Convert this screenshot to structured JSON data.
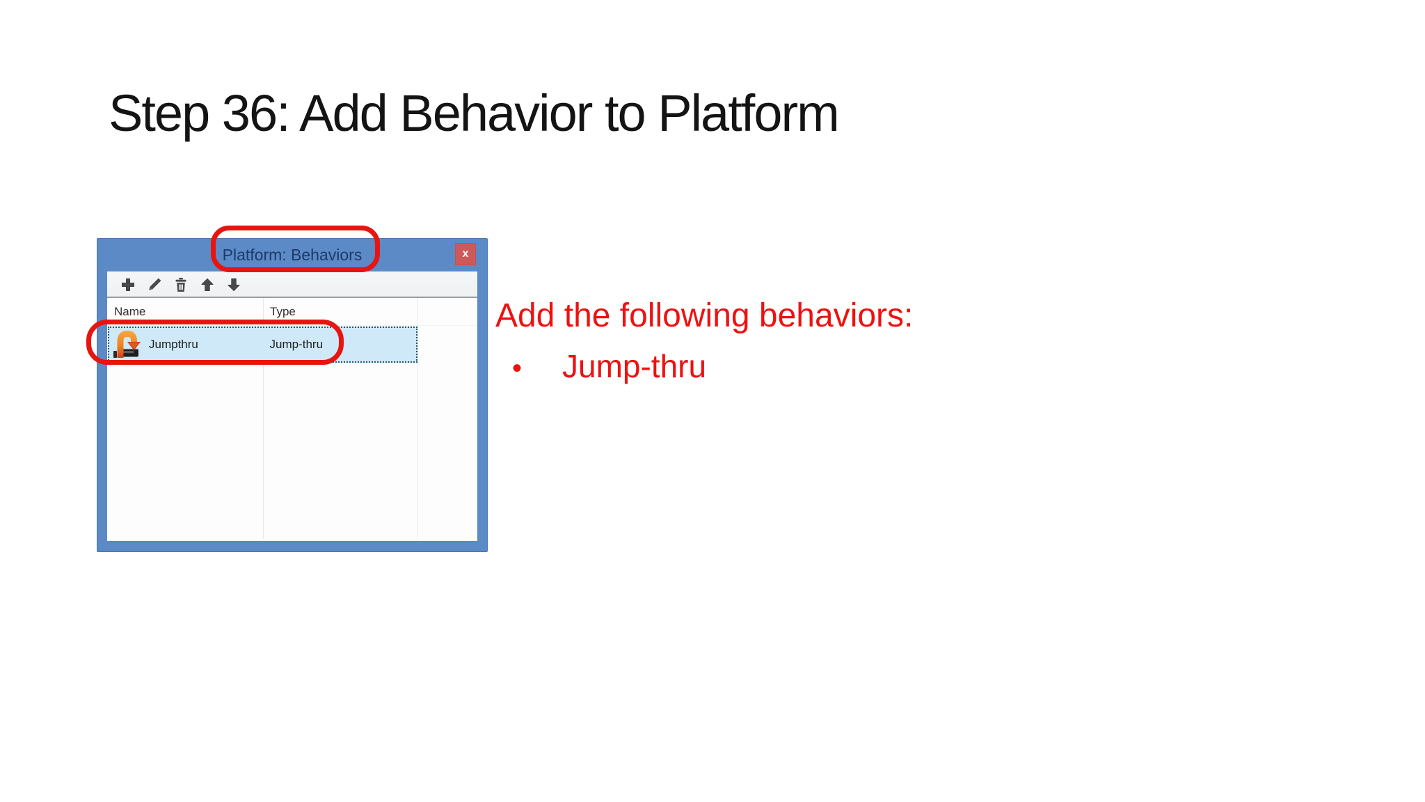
{
  "slide": {
    "title": "Step 36: Add Behavior to Platform",
    "instructions": {
      "heading": "Add the following behaviors:",
      "bullet_char": "•",
      "items": [
        "Jump-thru"
      ]
    }
  },
  "dialog": {
    "title": "Platform: Behaviors",
    "close_label": "x",
    "toolbar": [
      {
        "id": "add-behavior",
        "icon": "plus-icon"
      },
      {
        "id": "edit-behavior",
        "icon": "pencil-icon"
      },
      {
        "id": "delete-behavior",
        "icon": "trash-icon"
      },
      {
        "id": "move-up",
        "icon": "arrow-up-icon"
      },
      {
        "id": "move-down",
        "icon": "arrow-down-icon"
      }
    ],
    "columns": {
      "name": "Name",
      "type": "Type"
    },
    "rows": [
      {
        "name": "Jumpthru",
        "type": "Jump-thru",
        "icon": "jump-thru-behavior-icon",
        "selected": true
      }
    ]
  },
  "colors": {
    "dialog_frame": "#5b8ac6",
    "dialog_title_text": "#1e3a69",
    "close_button_bg": "#cd5a5a",
    "selected_row_bg": "#cfe9f8",
    "annotation_red": "#e81410",
    "instruction_red": "#ee1111",
    "toolbar_bg": "#f0f1f3",
    "icon_gray": "#4a4a4a"
  }
}
